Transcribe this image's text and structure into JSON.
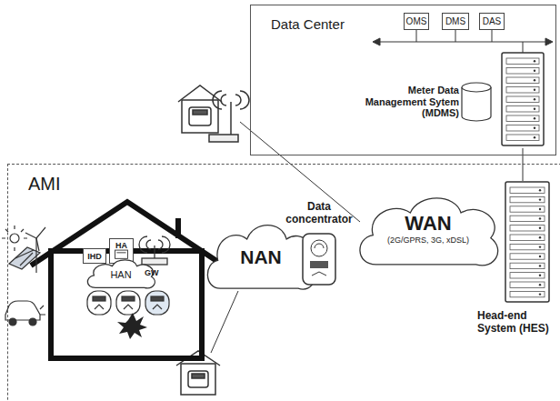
{
  "diagram": {
    "nodes": [
      {
        "text": [
          "Data Center"
        ]
      },
      {
        "text": [
          "OMS"
        ],
        "in": 0
      },
      {
        "text": [
          "DMS"
        ],
        "in": 0
      },
      {
        "text": [
          "DAS"
        ],
        "in": 0
      },
      {
        "text": [
          "Meter Data Management Sytem (MDMS)"
        ],
        "in": 0
      },
      {
        "text": [
          "AMI"
        ]
      },
      {
        "text": [
          "IHD"
        ],
        "in": 5
      },
      {
        "text": [
          "HA"
        ],
        "in": 5
      },
      {
        "text": [
          "HAN"
        ],
        "in": 5
      },
      {
        "text": [
          "NAN"
        ],
        "in": 5
      },
      {
        "text": [
          "Data concentrator"
        ],
        "in": 5
      },
      {
        "text": [
          "WAN",
          "(2G/GPRS, 3G, xDSL)"
        ],
        "in": 5
      },
      {
        "text": [
          "Head-end System (HES)"
        ],
        "in": 5
      }
    ],
    "edges": [
      {
        "from": 10,
        "to": 11,
        "arrow": "none"
      },
      {
        "from": 12,
        "to": 4,
        "arrow": "none"
      }
    ],
    "labels": [
      "GW"
    ]
  }
}
